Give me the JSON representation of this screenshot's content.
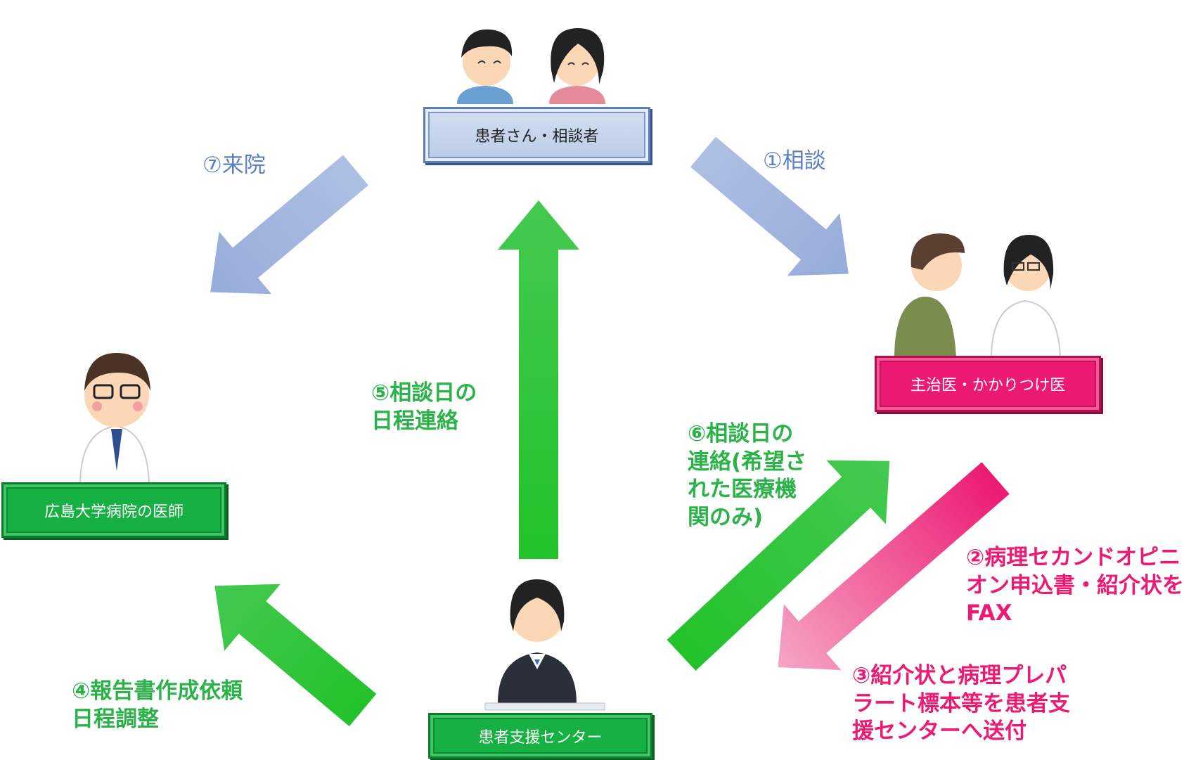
{
  "nodes": {
    "patient": "患者さん・相談者",
    "primary_doctor": "主治医・かかりつけ医",
    "university_doctor": "広島大学病院の医師",
    "support_center": "患者支援センター"
  },
  "steps": {
    "s1": "①相談",
    "s2": [
      "②病理セカンドオピニ",
      "オン申込書・紹介状を",
      "FAX"
    ],
    "s3": [
      "③紹介状と病理プレパ",
      "ラート標本等を患者支",
      "援センターへ送付"
    ],
    "s4": [
      "④報告書作成依頼",
      "日程調整"
    ],
    "s5": [
      "⑤相談日の",
      "日程連絡"
    ],
    "s6": [
      "⑥相談日の",
      "連絡(希望さ",
      "れた医療機",
      "関のみ)"
    ],
    "s7": "⑦来院"
  },
  "colors": {
    "blue_arrow": "#9db3de",
    "green_arrow": "#2bc23c",
    "pink_arrow": "#ec1a72",
    "blue_text": "#5b7fc4",
    "green_text": "#2bb34a",
    "pink_text": "#ec1a72"
  },
  "icons": [
    "patient-couple-illustration",
    "doctor-consultation-illustration",
    "university-doctor-illustration",
    "receptionist-illustration"
  ]
}
